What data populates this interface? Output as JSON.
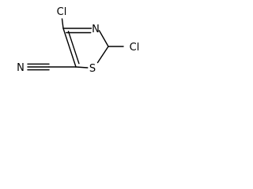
{
  "molecule": {
    "atoms": {
      "cl_top": "Cl",
      "cl_right": "Cl",
      "nitrogen_ring": "N",
      "sulfur_ring": "S",
      "nitrogen_nitrile": "N"
    }
  }
}
